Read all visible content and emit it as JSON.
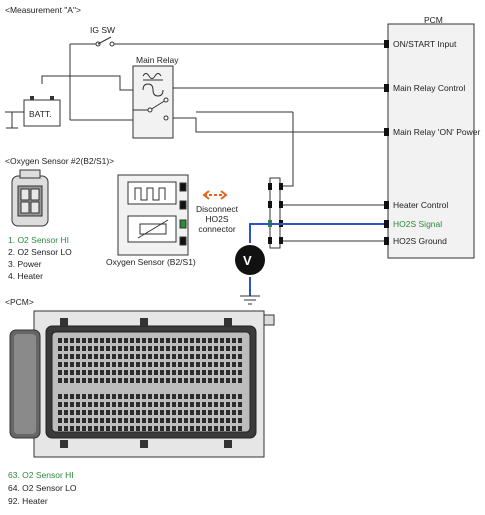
{
  "header": {
    "measurement_title": "<Measurement \"A\">"
  },
  "pcm_box": {
    "title": "PCM",
    "pins": [
      "ON/START Input",
      "Main Relay Control",
      "Main Relay 'ON' Power",
      "Heater Control",
      "HO2S  Signal",
      "HO2S  Ground"
    ]
  },
  "circuit": {
    "ig_switch": "IG SW",
    "battery": "BATT.",
    "main_relay": "Main Relay",
    "voltmeter": "V",
    "disconnect_note": [
      "Disconnect",
      "HO2S",
      "connector"
    ],
    "sensor_caption": "Oxygen Sensor (B2/S1)"
  },
  "oxygen_sensor_connector": {
    "title": "<Oxygen Sensor #2(B2/S1)>",
    "pins": [
      "1. O2 Sensor HI",
      "2. O2 Sensor LO",
      "3. Power",
      "4. Heater"
    ]
  },
  "pcm_connector": {
    "title": "<PCM>",
    "pins": [
      "63. O2 Sensor HI",
      "64. O2 Sensor LO",
      "92. Heater"
    ]
  },
  "colors": {
    "wire": "#333333",
    "signal_wire": "#2f52c7",
    "arrow": "#e8641c",
    "highlight_text": "#2a8a3a"
  }
}
